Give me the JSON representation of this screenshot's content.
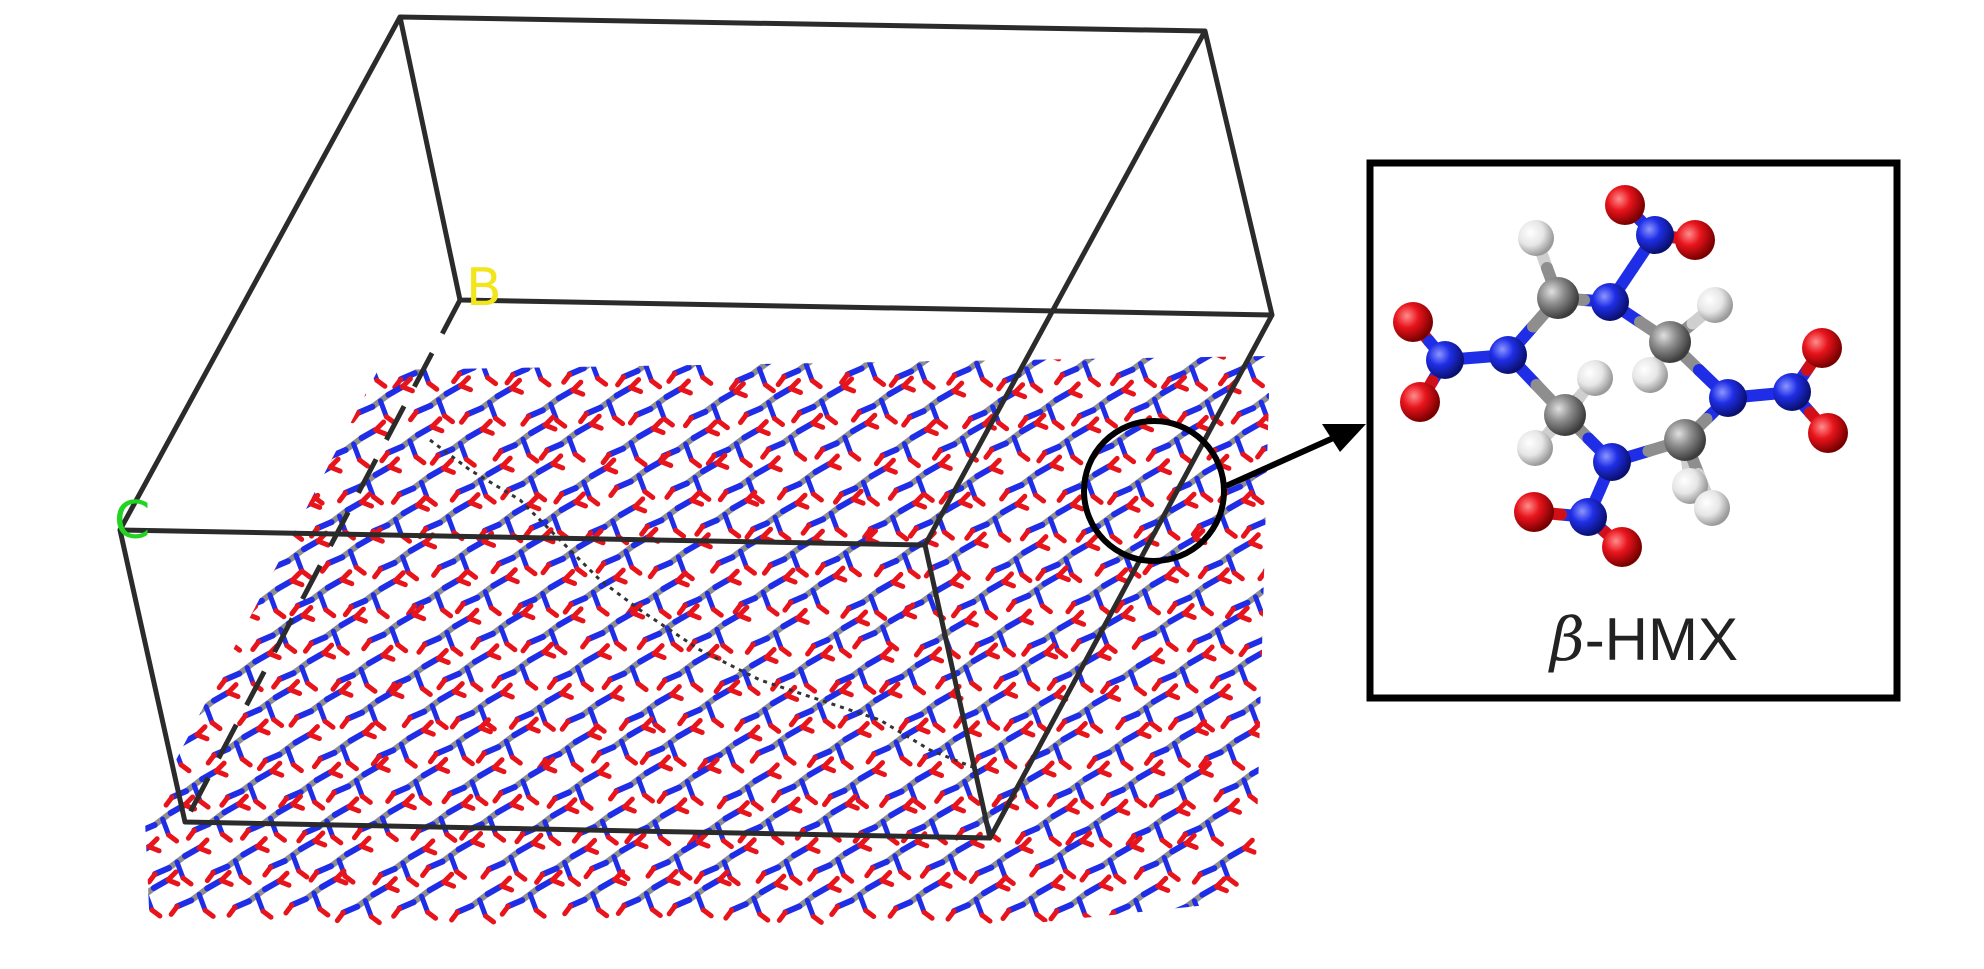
{
  "labels": {
    "axis_b": "B",
    "axis_c": "C"
  },
  "inset": {
    "greek": "β",
    "name": "-HMX"
  },
  "colors": {
    "frame": "#2b2b2b",
    "axis_b": "#f2e51b",
    "axis_c": "#22d422",
    "nitrogen": "#1f2ee6",
    "oxygen": "#e8141c",
    "carbon": "#8e8e8e",
    "hydrogen": "#e6e6e6"
  }
}
